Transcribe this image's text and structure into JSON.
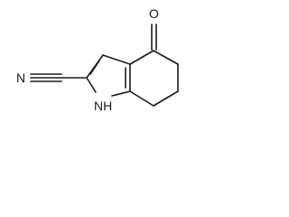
{
  "structure": {
    "atoms": {
      "oxygen": "O",
      "nitrile_nitrogen": "N",
      "indole_nh": "NH"
    }
  }
}
